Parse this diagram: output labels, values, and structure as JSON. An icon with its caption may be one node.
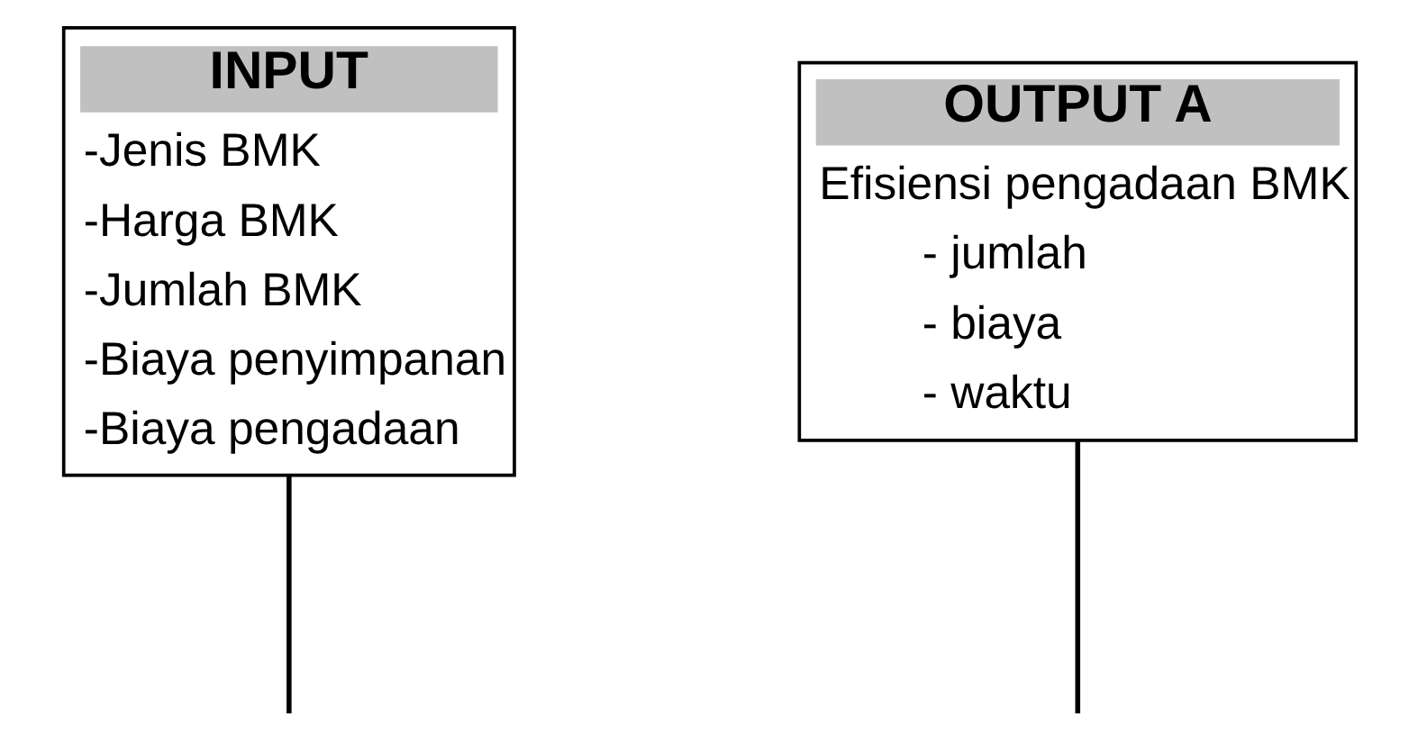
{
  "diagram": {
    "nodes": [
      {
        "text": [
          "INPUT",
          "-Jenis BMK",
          "-Harga BMK",
          "-Jumlah BMK",
          "-Biaya penyimpanan",
          "-Biaya pengadaan"
        ]
      },
      {
        "text": [
          "OUTPUT A",
          "Efisiensi pengadaan BMK",
          "- jumlah",
          "- biaya",
          "- waktu"
        ]
      }
    ],
    "edges": [
      {
        "from": 0,
        "to": null,
        "arrow": "none"
      },
      {
        "from": 1,
        "to": null,
        "arrow": "none"
      }
    ]
  }
}
